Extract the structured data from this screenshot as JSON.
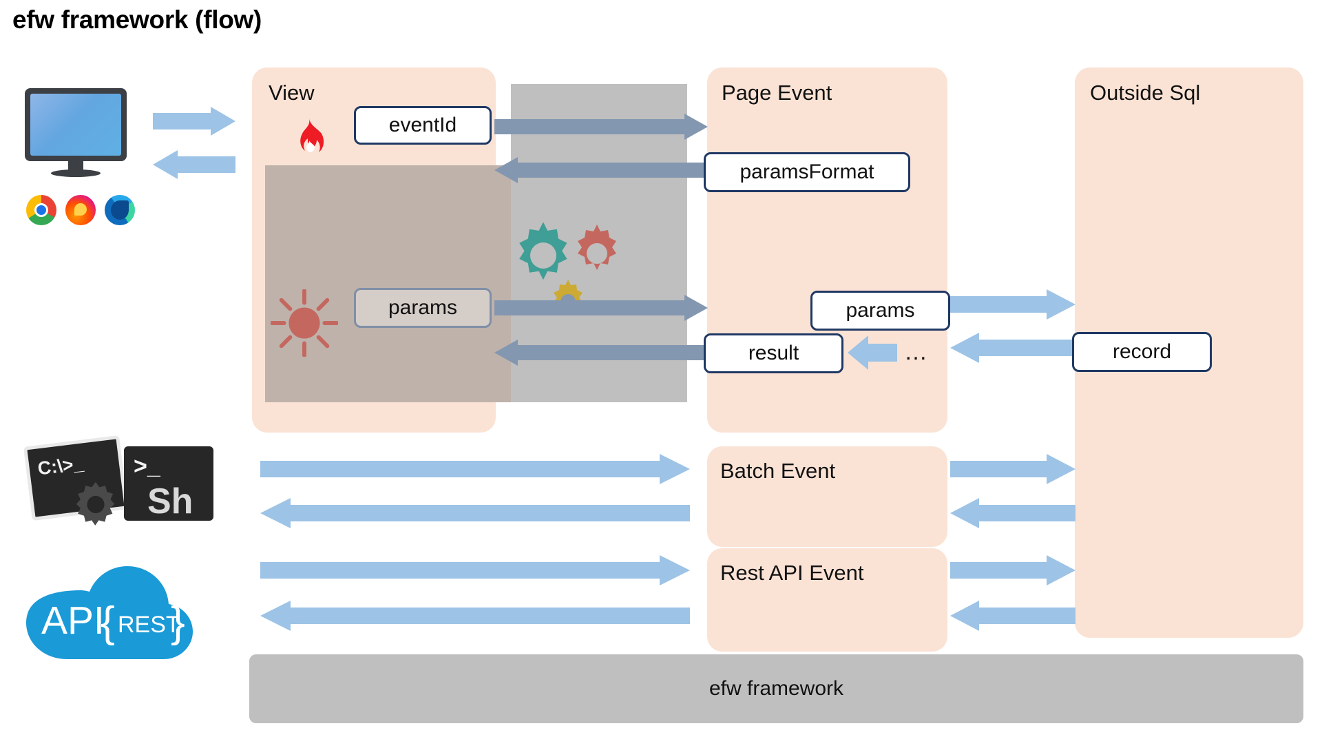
{
  "page": {
    "title": "efw framework (flow)"
  },
  "colors": {
    "panel_fill": "#fae3d5",
    "gray_block": "#bfbfbf",
    "gray_block_warm": "#bfb2ab",
    "arrow_blue": "#9dc3e6",
    "arrow_slate": "#8497b0",
    "box_border": "#1f3864",
    "framework_bar": "#bfbfbf",
    "gear_teal": "#3f9e96",
    "gear_red": "#c4685f",
    "gear_yellow": "#ccaa33",
    "sun_red": "#c4685f",
    "flame_red": "#ee1c25",
    "cloud_blue": "#1a9ad7"
  },
  "panels": {
    "view": {
      "label": "View"
    },
    "page_event": {
      "label": "Page Event"
    },
    "outside_sql": {
      "label": "Outside Sql"
    },
    "batch_event": {
      "label": "Batch Event"
    },
    "rest_api_event": {
      "label": "Rest API Event"
    },
    "framework_bar": {
      "label": "efw framework"
    }
  },
  "boxes": {
    "event_id": {
      "label": "eventId"
    },
    "params_view": {
      "label": "params"
    },
    "params_format": {
      "label": "paramsFormat"
    },
    "params_sql": {
      "label": "params"
    },
    "result": {
      "label": "result"
    },
    "record": {
      "label": "record"
    },
    "ellipsis": {
      "label": "…"
    }
  },
  "icons": {
    "monitor": "monitor-icon",
    "chrome": "chrome-browser-icon",
    "firefox": "firefox-browser-icon",
    "edge": "edge-browser-icon",
    "cmd": "cmd-terminal-icon",
    "shell": "shell-terminal-icon",
    "api_rest_cloud": "api-rest-cloud-icon",
    "flame": "flame-icon",
    "sun": "sun-icon",
    "gears": "gears-icon"
  },
  "terminal": {
    "cmd_prompt": "C:\\>_",
    "shell_prompt": ">_",
    "shell_name": "Sh"
  },
  "cloud": {
    "api_text": "API",
    "rest_text": "REST",
    "brace_open": "{",
    "brace_close": "}"
  }
}
